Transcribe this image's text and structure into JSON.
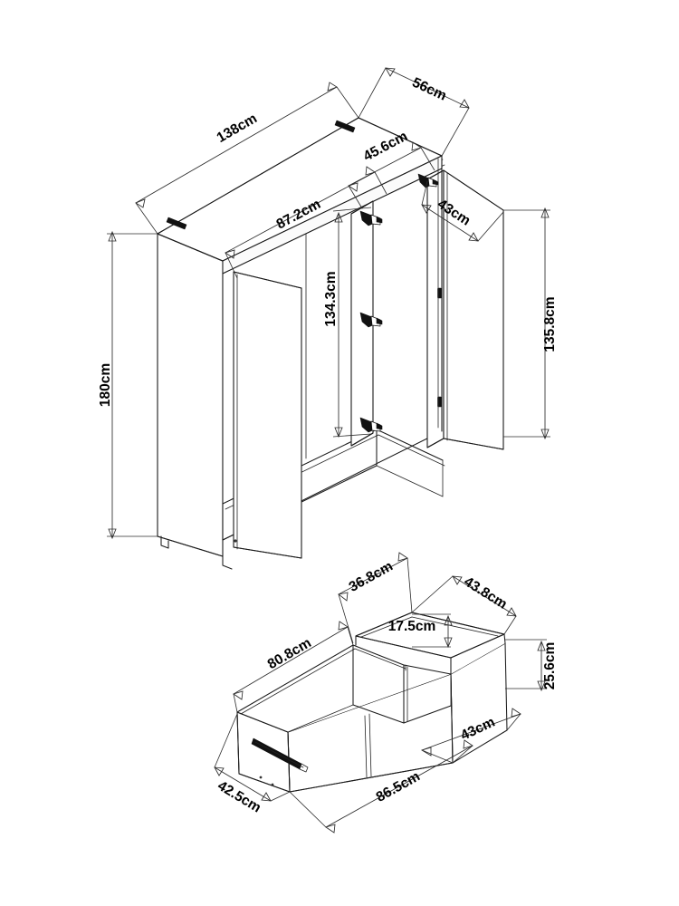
{
  "document": {
    "kind": "technical-assembly-drawing",
    "subject": "3-door wardrobe cabinet with pull-out drawer unit",
    "units": "cm",
    "background_color": "#ffffff",
    "line_color": "#1a1a1a",
    "text_color": "#000000"
  },
  "views": {
    "upper": {
      "name": "wardrobe-cabinet-view",
      "description": "Isometric view of an open 3-door wardrobe cabinet showing side panels, top panel, doors with concealed hinges and internal bottom rail"
    },
    "lower": {
      "name": "drawer-unit-view",
      "description": "Isometric view of a partitioned drawer box with a metal drawer runner on the left end"
    }
  },
  "dimensions": {
    "cabinet": [
      {
        "id": "width-overall",
        "label": "138cm",
        "value": 138,
        "unit": "cm"
      },
      {
        "id": "depth-overall",
        "label": "56cm",
        "value": 56,
        "unit": "cm"
      },
      {
        "id": "top-inner-width",
        "label": "87.2cm",
        "value": 87.2,
        "unit": "cm"
      },
      {
        "id": "top-right-section",
        "label": "45.6cm",
        "value": 45.6,
        "unit": "cm"
      },
      {
        "id": "door-depth",
        "label": "43cm",
        "value": 43,
        "unit": "cm"
      },
      {
        "id": "height-overall",
        "label": "180cm",
        "value": 180,
        "unit": "cm"
      },
      {
        "id": "door-height-inner",
        "label": "134.3cm",
        "value": 134.3,
        "unit": "cm"
      },
      {
        "id": "door-height-right",
        "label": "135.8cm",
        "value": 135.8,
        "unit": "cm"
      }
    ],
    "drawer": [
      {
        "id": "drawer-inner-length",
        "label": "80.8cm",
        "value": 80.8,
        "unit": "cm"
      },
      {
        "id": "partition-offset",
        "label": "36.8cm",
        "value": 36.8,
        "unit": "cm"
      },
      {
        "id": "compartment-gap",
        "label": "17.5cm",
        "value": 17.5,
        "unit": "cm"
      },
      {
        "id": "inner-depth",
        "label": "43.8cm",
        "value": 43.8,
        "unit": "cm"
      },
      {
        "id": "side-height",
        "label": "25.6cm",
        "value": 25.6,
        "unit": "cm"
      },
      {
        "id": "front-height-left",
        "label": "42.5cm",
        "value": 42.5,
        "unit": "cm"
      },
      {
        "id": "outer-length",
        "label": "86.5cm",
        "value": 86.5,
        "unit": "cm"
      },
      {
        "id": "outer-depth",
        "label": "43cm",
        "value": 43,
        "unit": "cm"
      }
    ]
  },
  "hardware": {
    "hinges": {
      "label": "concealed-cabinet-hinge",
      "count": 6
    },
    "runner": {
      "label": "drawer-runner-slide",
      "count": 1
    },
    "cam_pegs": {
      "label": "dowel-hole-marker",
      "count": 8
    }
  }
}
